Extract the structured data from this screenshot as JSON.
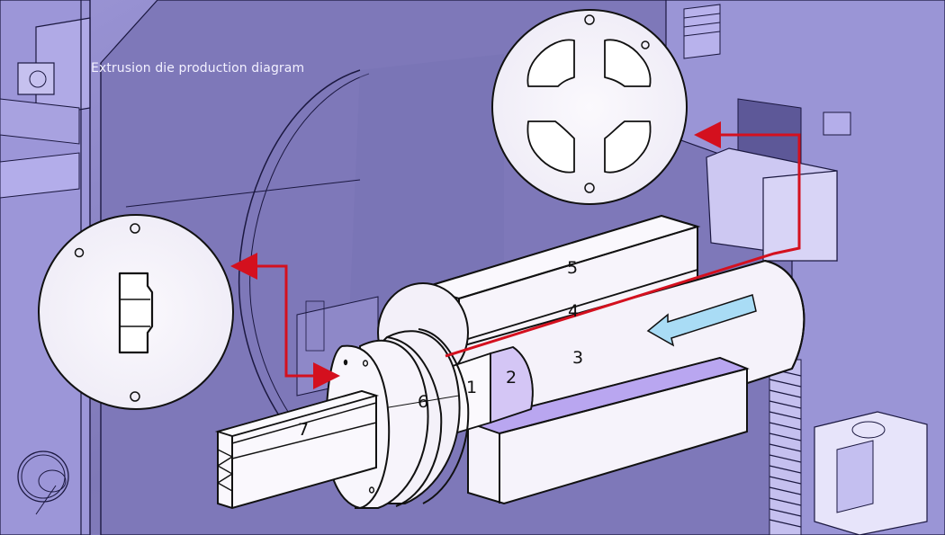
{
  "title": "Extrusion die production diagram",
  "labels": {
    "p1": "1",
    "p2": "2",
    "p3": "3",
    "p4": "4",
    "p5": "5",
    "p6": "6",
    "p7": "7"
  },
  "callouts": {
    "top_right": "porthole-die-plate-four-ports",
    "left": "profile-die-plate"
  },
  "colors": {
    "background": "#8a84c4",
    "part_fill": "#f8f5fc",
    "accent_purple": "#b9a6f0",
    "flow_arrow": "#a9dcf5",
    "leader_red": "#d4101e",
    "outline": "#111111"
  }
}
